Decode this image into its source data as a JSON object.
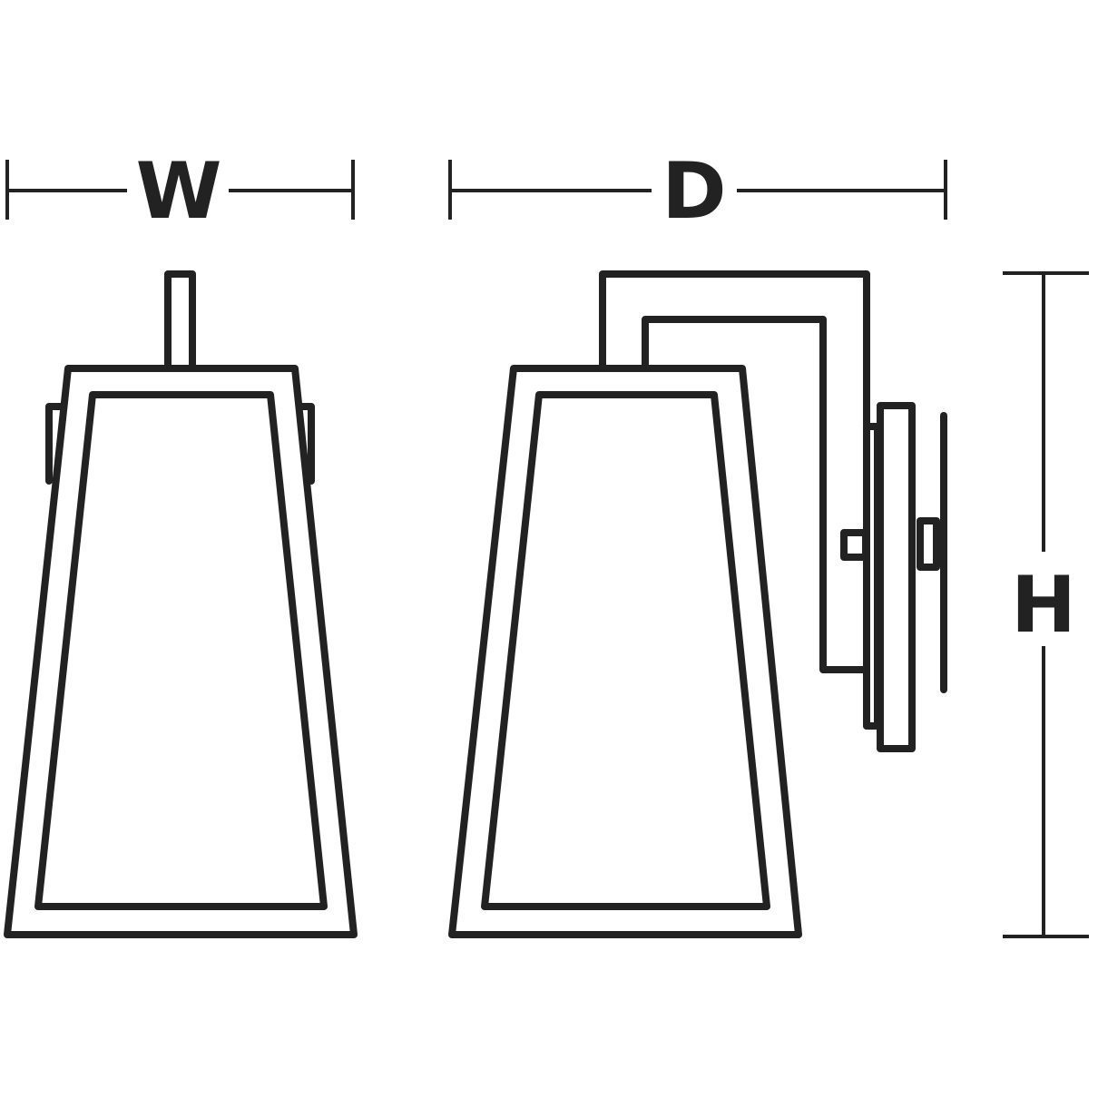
{
  "diagram": {
    "dimensions": {
      "width_label": "W",
      "depth_label": "D",
      "height_label": "H"
    },
    "views": [
      "front-view",
      "side-view"
    ],
    "colors": {
      "line": "#222222",
      "background": "#ffffff"
    }
  }
}
